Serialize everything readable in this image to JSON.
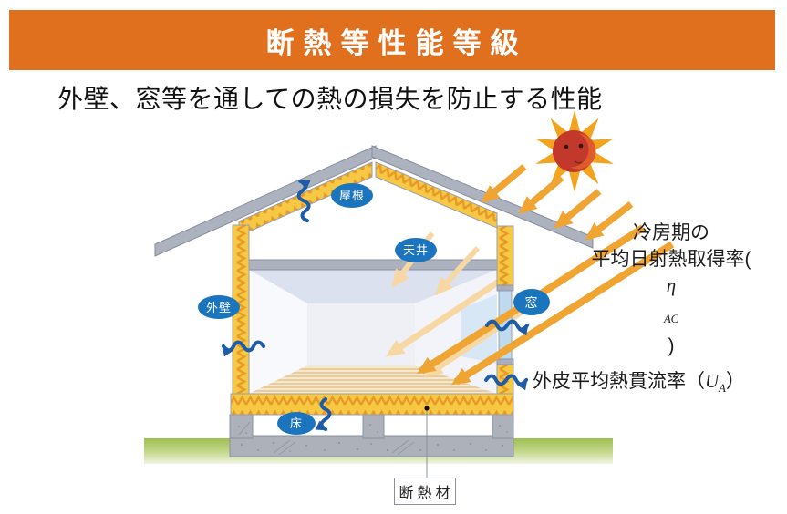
{
  "header": {
    "title": "断熱等性能等級"
  },
  "subtitle": "外壁、窓等を通しての熱の損失を防止する性能",
  "diagram": {
    "labels": {
      "roof": "屋根",
      "ceiling": "天井",
      "outer_wall": "外壁",
      "window": "窓",
      "floor": "床"
    },
    "insulation_label": "断熱材",
    "annotations": {
      "cooling_line1": "冷房期の",
      "cooling_line2_pre": "平均日射熱取得率(",
      "cooling_eta": "η",
      "cooling_sub": "AC",
      "cooling_line2_post": ")",
      "ua_pre": "外皮平均熱貫流率（",
      "ua_u": "U",
      "ua_sub": "A",
      "ua_post": "）"
    },
    "icons": [
      "sun-icon",
      "solar-ray-arrow-icon",
      "heat-wave-arrow-icon"
    ],
    "colors": {
      "header_orange": "#E0701E",
      "label_blue": "#1B74BE",
      "heat_arrow_blue": "#1E5CA8",
      "solar_orange": "#F0A431",
      "solar_pale": "#F7D8A4",
      "insulation_yellow": "#F7C843",
      "insulation_zigzag": "#E69A28",
      "roof_gray": "#ACB2BE",
      "concrete_gray": "#ACB1BA",
      "window_blue": "#BFD9EF",
      "ground_green": "#9FBF52",
      "sun_star": "#F2A41F",
      "sun_face": "#C2382A"
    }
  }
}
